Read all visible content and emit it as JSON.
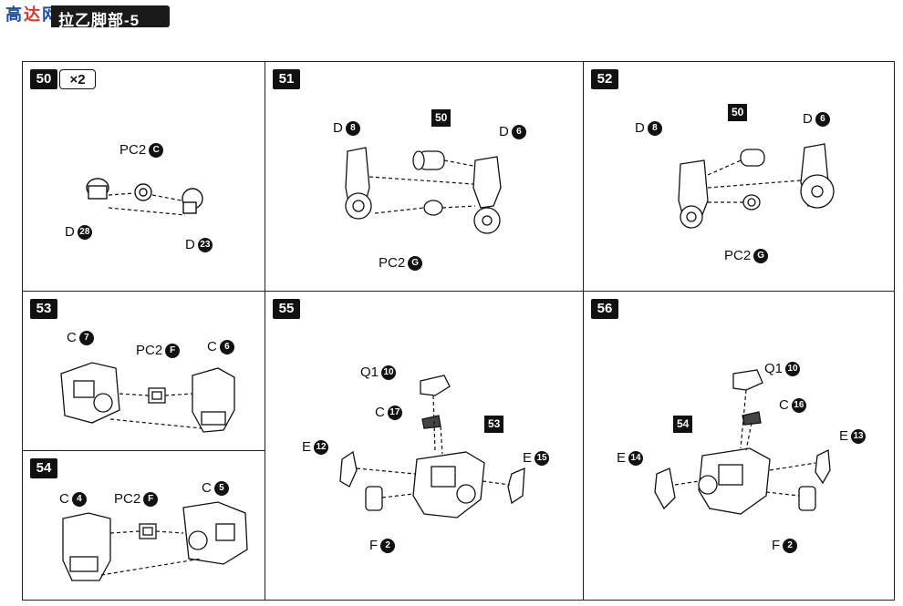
{
  "header": {
    "title": "拉乙脚部-5",
    "logo_text": "高达网"
  },
  "panels": {
    "p50": {
      "step": "50",
      "mult": "×2",
      "labels": {
        "pc2": {
          "name": "PC2",
          "num": "C"
        },
        "d1": {
          "name": "D",
          "num": "28"
        },
        "d2": {
          "name": "D",
          "num": "23"
        }
      }
    },
    "p51": {
      "step": "51",
      "ref": "50",
      "labels": {
        "d8": {
          "name": "D",
          "num": "8"
        },
        "d6": {
          "name": "D",
          "num": "6"
        },
        "pc2": {
          "name": "PC2",
          "num": "G"
        }
      }
    },
    "p52": {
      "step": "52",
      "ref": "50",
      "labels": {
        "d8": {
          "name": "D",
          "num": "8"
        },
        "d6": {
          "name": "D",
          "num": "6"
        },
        "pc2": {
          "name": "PC2",
          "num": "G"
        }
      }
    },
    "p53": {
      "step": "53",
      "labels": {
        "c7": {
          "name": "C",
          "num": "7"
        },
        "pc2": {
          "name": "PC2",
          "num": "F"
        },
        "c6": {
          "name": "C",
          "num": "6"
        }
      }
    },
    "p54": {
      "step": "54",
      "labels": {
        "c4": {
          "name": "C",
          "num": "4"
        },
        "pc2": {
          "name": "PC2",
          "num": "F"
        },
        "c5": {
          "name": "C",
          "num": "5"
        }
      }
    },
    "p55": {
      "step": "55",
      "ref": "53",
      "labels": {
        "q1": {
          "name": "Q1",
          "num": "10"
        },
        "c17": {
          "name": "C",
          "num": "17"
        },
        "e12": {
          "name": "E",
          "num": "12"
        },
        "e15": {
          "name": "E",
          "num": "15"
        },
        "f2": {
          "name": "F",
          "num": "2"
        }
      }
    },
    "p56": {
      "step": "56",
      "ref": "54",
      "labels": {
        "q1": {
          "name": "Q1",
          "num": "10"
        },
        "c16": {
          "name": "C",
          "num": "16"
        },
        "e14": {
          "name": "E",
          "num": "14"
        },
        "e13": {
          "name": "E",
          "num": "13"
        },
        "f2": {
          "name": "F",
          "num": "2"
        }
      }
    }
  }
}
